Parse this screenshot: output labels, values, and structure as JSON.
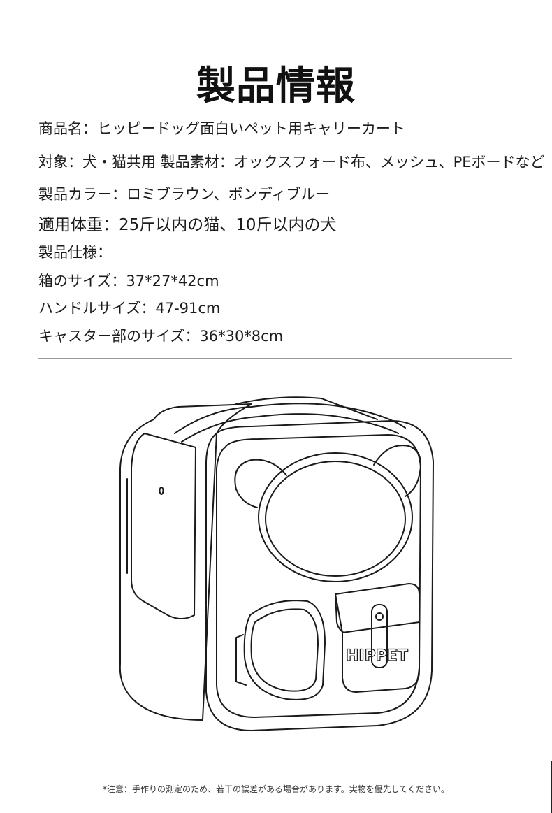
{
  "title": "製品情報",
  "specs": {
    "product_name": "商品名：ヒッピードッグ面白いペット用キャリーカート",
    "target_material": "対象：犬・猫共用 製品素材：オックスフォード布、メッシュ、PEボードなど",
    "colors": "製品カラー：ロミブラウン、ボンディブルー",
    "weight": "適用体重：25斤以内の猫、10斤以内の犬",
    "spec_heading": "製品仕様：",
    "box_size": "箱のサイズ：37*27*42cm",
    "handle_size": "ハンドルサイズ：47-91cm",
    "caster_size": "キャスター部のサイズ：36*30*8cm"
  },
  "illustration": {
    "brand": "HIPPET"
  },
  "footnote": "*注意：手作りの測定のため、若干の誤差がある場合があります。実物を優先してください。"
}
